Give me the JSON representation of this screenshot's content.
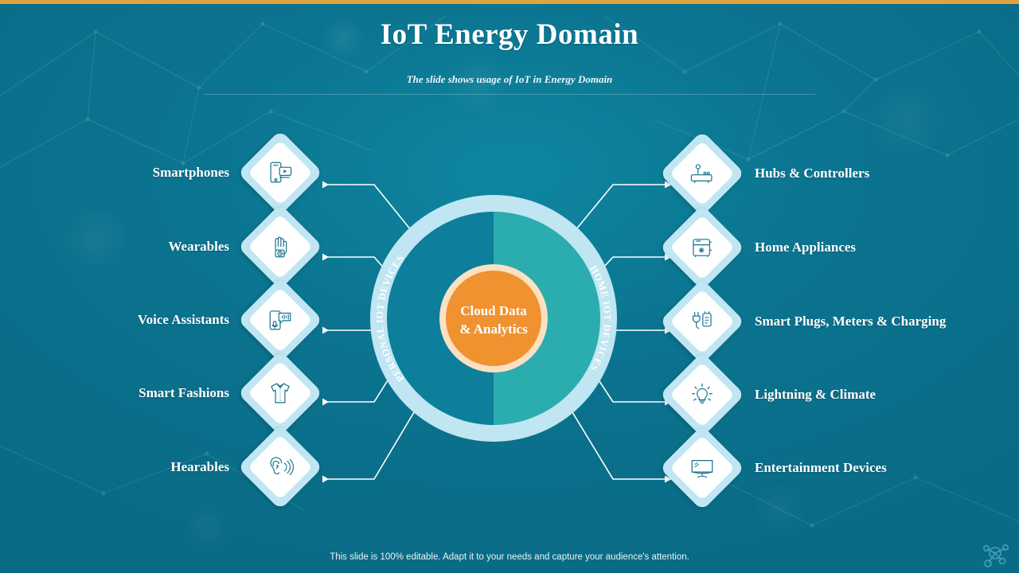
{
  "slide": {
    "title": "IoT Energy Domain",
    "subtitle": "The slide shows usage of IoT in Energy Domain",
    "footer": "This slide is 100% editable.  Adapt it to your needs and capture your audience's attention.",
    "accent_bar_color": "#e0a43c",
    "background_color": "#0c7a94",
    "corner_logo_icon": "network-nodes-icon"
  },
  "center": {
    "core_line1": "Cloud Data",
    "core_line2": "& Analytics",
    "core_color": "#f0922f",
    "core_ring_color": "#fbe0c2",
    "left_arc_label": "PERSONAL IOT DEVICES",
    "right_arc_label": "HOME IOT DEVICES",
    "left_half_color": "#0d7f9b",
    "right_half_color": "#2bacae",
    "outer_ring_color": "#bfe6f2"
  },
  "left_items": [
    {
      "label": "Smartphones",
      "icon": "smartphone-video-icon"
    },
    {
      "label": "Wearables",
      "icon": "smartwatch-hand-icon"
    },
    {
      "label": "Voice Assistants",
      "icon": "voice-assistant-icon"
    },
    {
      "label": "Smart Fashions",
      "icon": "smart-shirt-icon"
    },
    {
      "label": "Hearables",
      "icon": "ear-sound-icon"
    }
  ],
  "right_items": [
    {
      "label": "Hubs & Controllers",
      "icon": "joystick-hub-icon"
    },
    {
      "label": "Home Appliances",
      "icon": "refrigerator-icon"
    },
    {
      "label": "Smart Plugs, Meters & Charging",
      "icon": "plug-charger-icon"
    },
    {
      "label": "Lightning & Climate",
      "icon": "lightbulb-icon"
    },
    {
      "label": "Entertainment Devices",
      "icon": "monitor-tv-icon"
    }
  ]
}
